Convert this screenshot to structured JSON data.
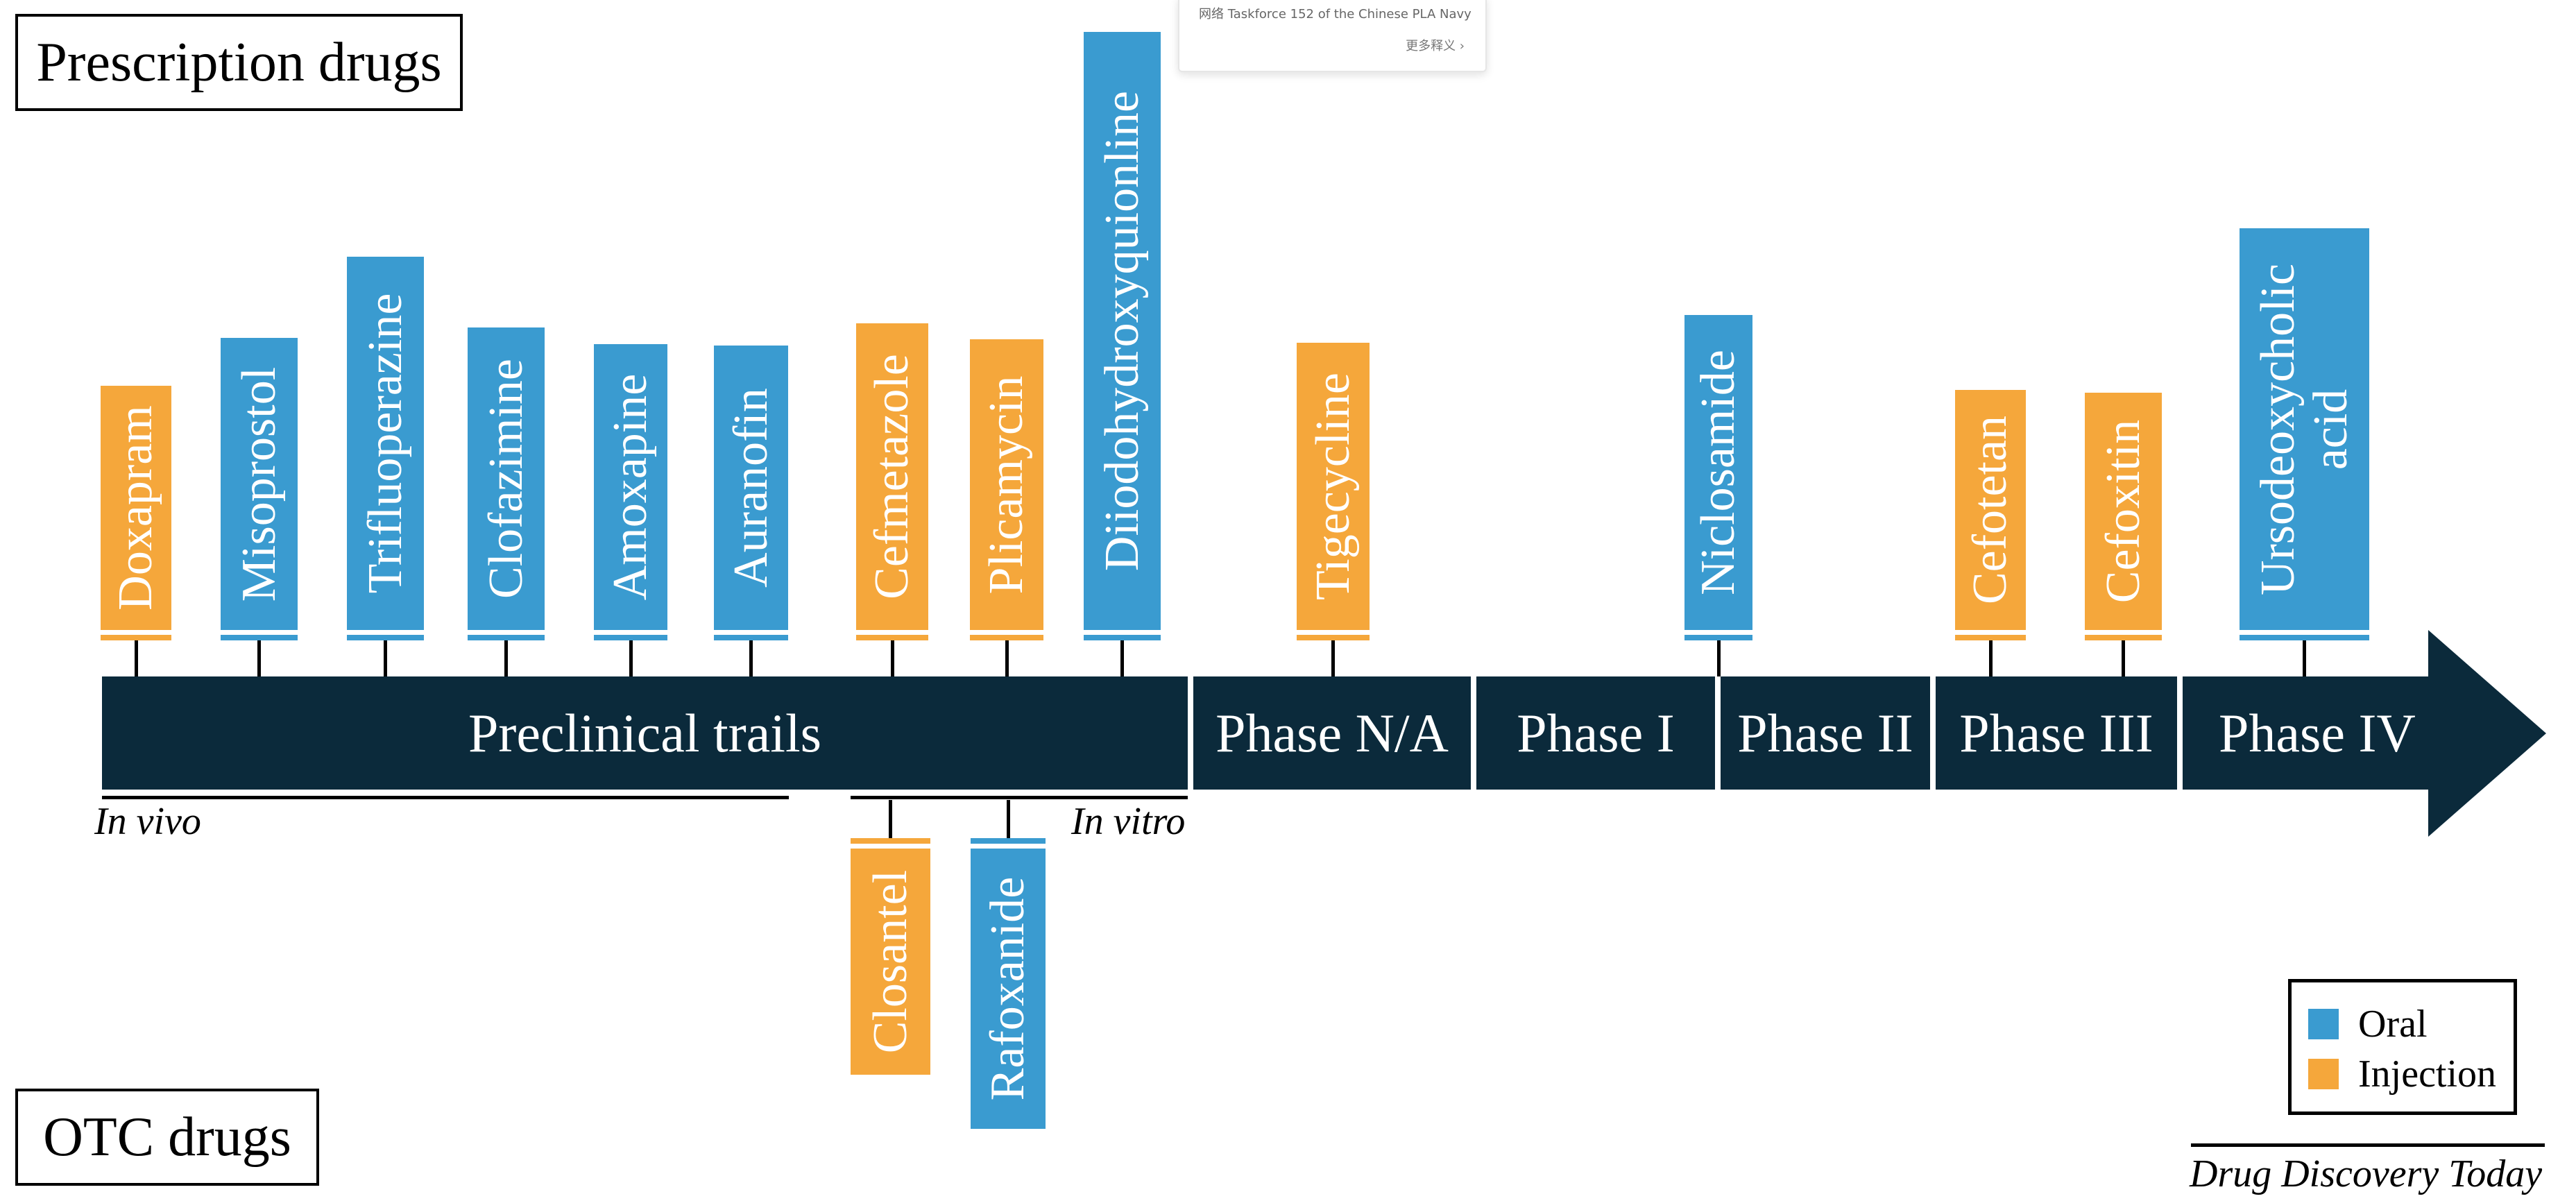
{
  "labels": {
    "prescription": "Prescription drugs",
    "otc": "OTC drugs",
    "in_vivo": "In vivo",
    "in_vitro": "In vitro",
    "credit": "Drug Discovery Today"
  },
  "tooltip": {
    "line1": "网络  Taskforce 152 of the Chinese PLA Navy",
    "line2": "更多释义 ›"
  },
  "legend": {
    "oral": "Oral",
    "injection": "Injection"
  },
  "colors": {
    "oral": "#3a9bd0",
    "injection": "#f5a73b",
    "timeline": "#0b2a3b"
  },
  "stages": [
    {
      "label": "Preclinical trails"
    },
    {
      "label": "Phase N/A"
    },
    {
      "label": "Phase I"
    },
    {
      "label": "Phase II"
    },
    {
      "label": "Phase III"
    },
    {
      "label": "Phase IV"
    }
  ],
  "prescription_drugs": [
    {
      "name": "Doxapram",
      "route": "injection"
    },
    {
      "name": "Misoprostol",
      "route": "oral"
    },
    {
      "name": "Trifluoperazine",
      "route": "oral"
    },
    {
      "name": "Clofazimine",
      "route": "oral"
    },
    {
      "name": "Amoxapine",
      "route": "oral"
    },
    {
      "name": "Auranofin",
      "route": "oral"
    },
    {
      "name": "Cefmetazole",
      "route": "injection"
    },
    {
      "name": "Plicamycin",
      "route": "injection"
    },
    {
      "name": "Diiodohydroxyquionline",
      "route": "oral"
    },
    {
      "name": "Tigecycline",
      "route": "injection"
    },
    {
      "name": "Niclosamide",
      "route": "oral"
    },
    {
      "name": "Cefotetan",
      "route": "injection"
    },
    {
      "name": "Cefoxitin",
      "route": "injection"
    },
    {
      "name": "Ursodeoxycholic acid",
      "route": "oral"
    }
  ],
  "otc_drugs": [
    {
      "name": "Closantel",
      "route": "injection"
    },
    {
      "name": "Rafoxanide",
      "route": "oral"
    }
  ]
}
